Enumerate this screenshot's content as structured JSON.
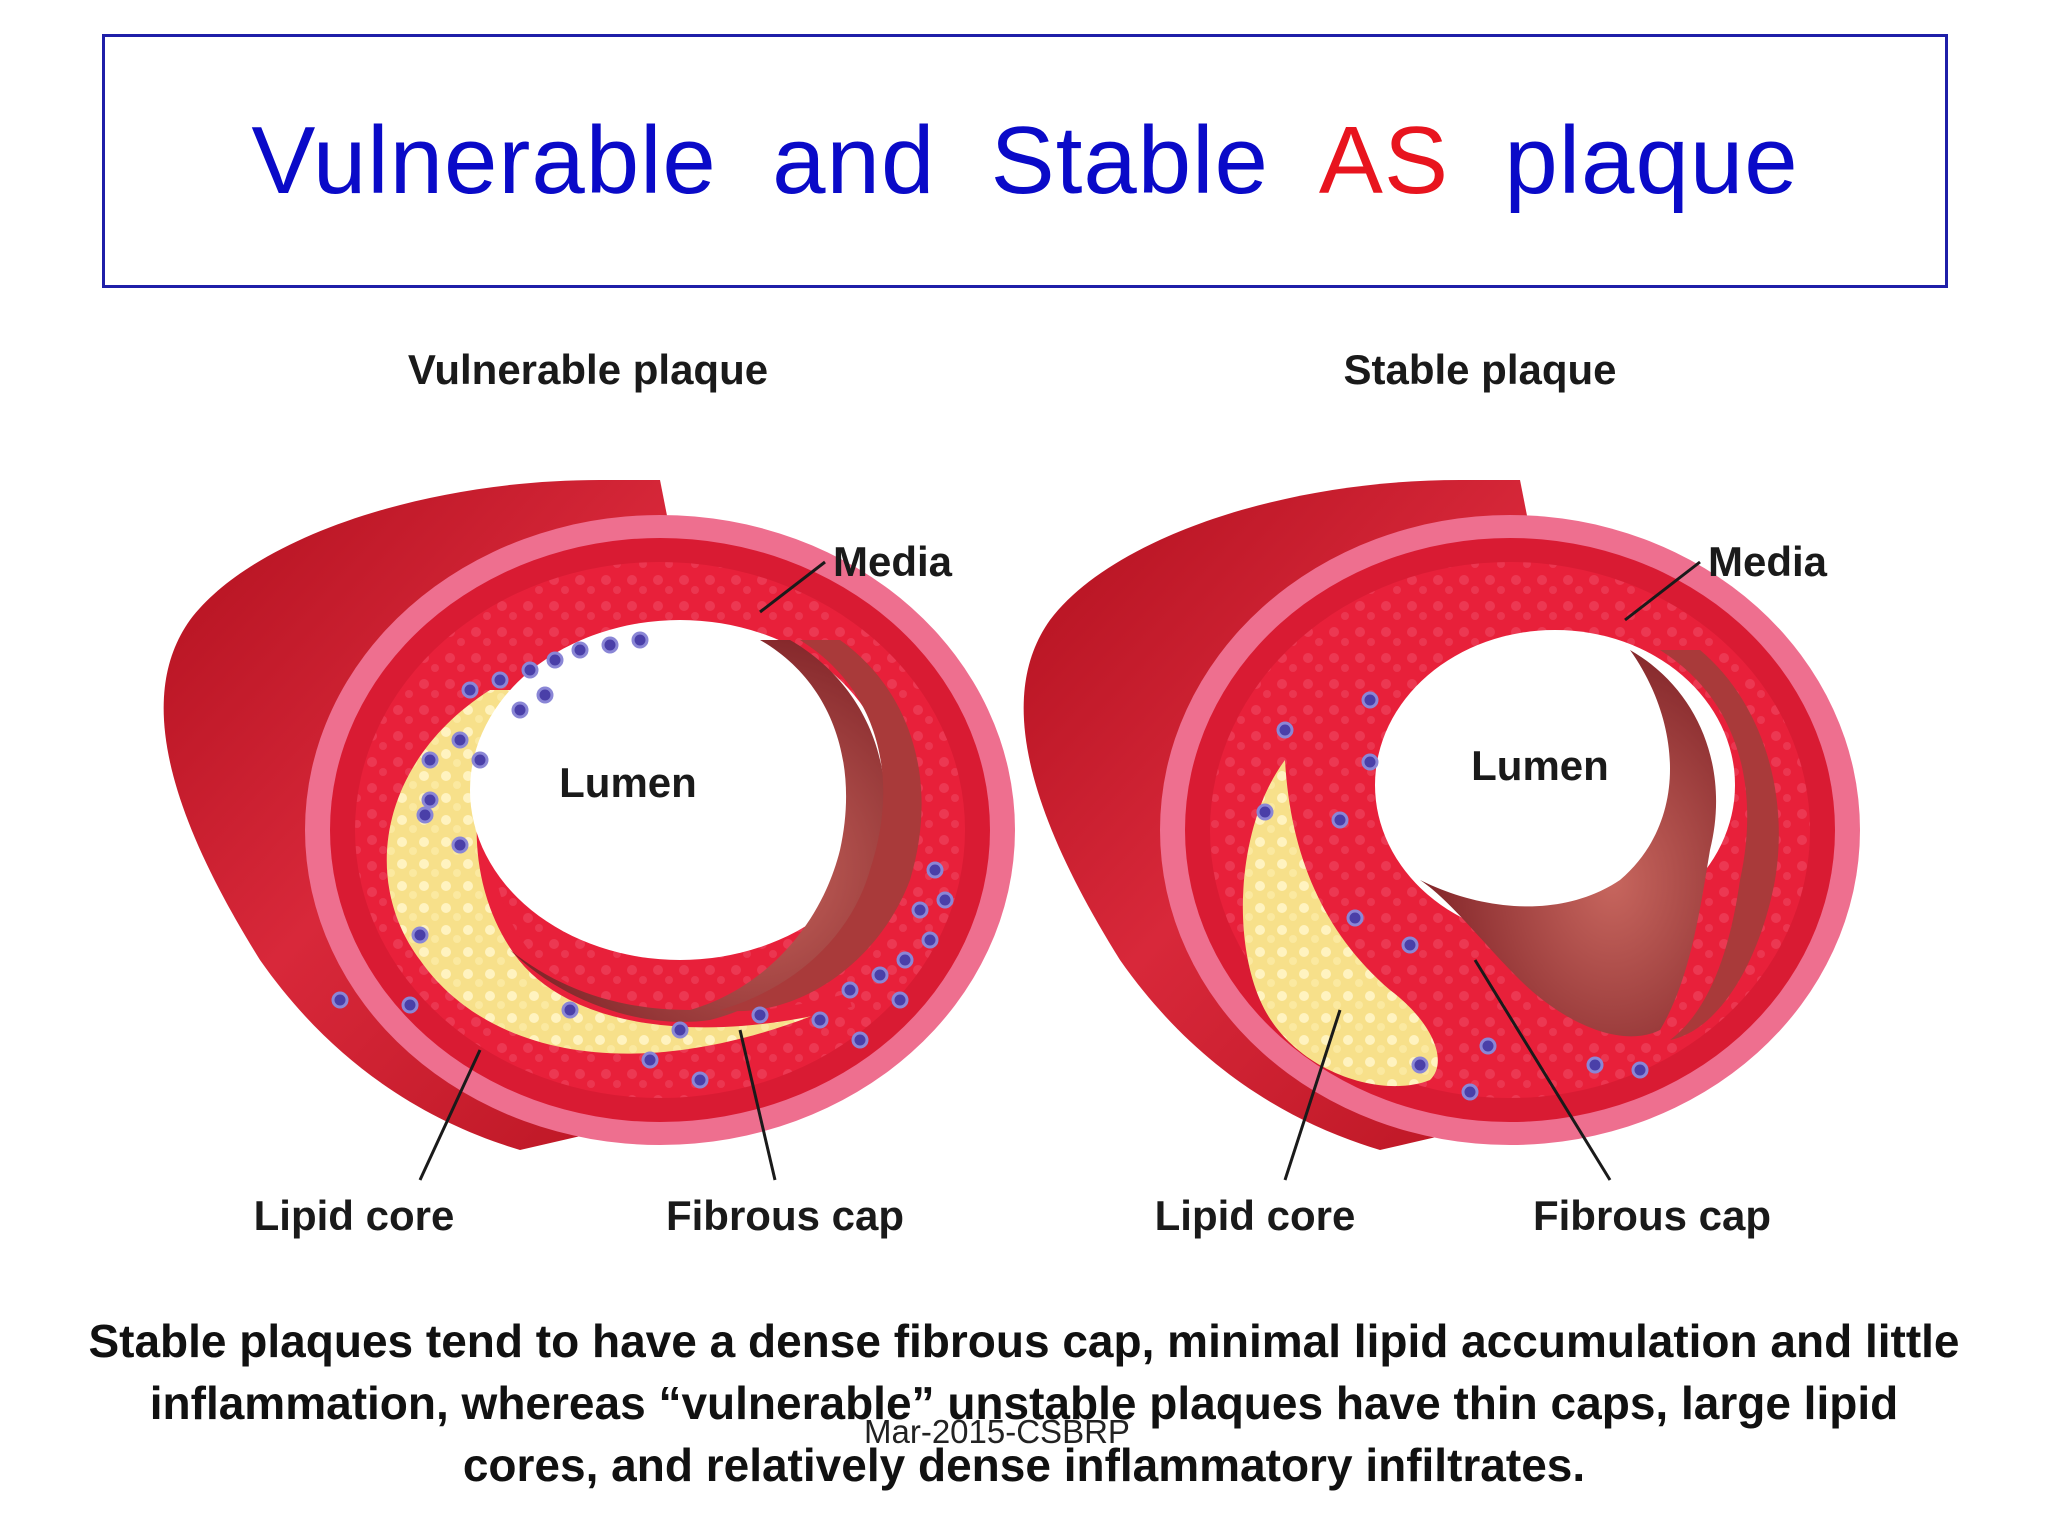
{
  "title": {
    "part1": "Vulnerable  and  Stable  ",
    "accent": "AS",
    "part2": "  plaque",
    "color": "#0a0ac8",
    "accent_color": "#e8141e"
  },
  "panels": [
    {
      "heading": "Vulnerable plaque",
      "labels": {
        "media": "Media",
        "lumen": "Lumen",
        "lipid_core": "Lipid core",
        "fibrous_cap": "Fibrous cap"
      }
    },
    {
      "heading": "Stable plaque",
      "labels": {
        "media": "Media",
        "lumen": "Lumen",
        "lipid_core": "Lipid core",
        "fibrous_cap": "Fibrous cap"
      }
    }
  ],
  "colors": {
    "vessel_wall": "#c81e2d",
    "media": "#ee6f8f",
    "plaque": "#e8203a",
    "lipid": "#f7e08a",
    "inflammatory_cells": "#4a3fa8"
  },
  "caption": "Stable plaques tend to have a dense fibrous cap, minimal lipid accumulation and little inflammation, whereas “vulnerable” unstable plaques have thin caps, large lipid cores, and relatively dense inflammatory infiltrates.",
  "footer": "Mar-2015-CSBRP"
}
